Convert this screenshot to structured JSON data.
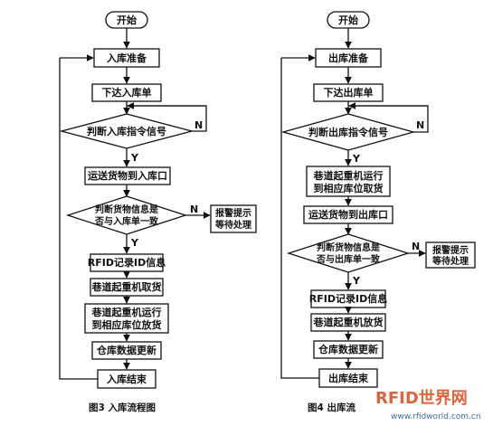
{
  "left": {
    "start": "开始",
    "s1": "入库准备",
    "s2": "下达入库单",
    "d1": "判断入库指令信号",
    "d1_no": "N",
    "d1_yes": "Y",
    "s3": "运送货物到入库口",
    "d2_l1": "判断货物信息是",
    "d2_l2": "否与入库单一致",
    "d2_no": "N",
    "d2_yes": "Y",
    "alarm_l1": "报警提示",
    "alarm_l2": "等待处理",
    "s4": "RFID记录ID信息",
    "s5": "巷道起重机取货",
    "s6_l1": "巷道起重机运行",
    "s6_l2": "到相应库位放货",
    "s7": "仓库数据更新",
    "s8": "入库结束",
    "caption": "图3  入库流程图"
  },
  "right": {
    "start": "开始",
    "s1": "出库准备",
    "s2": "下达出库单",
    "d1": "判断出库指令信号",
    "d1_no": "N",
    "d1_yes": "Y",
    "s3_l1": "巷道起重机运行",
    "s3_l2": "到相应库位取货",
    "s4": "运送货物到出库口",
    "d2_l1": "判断货物信息是",
    "d2_l2": "否与出库单一致",
    "d2_no": "N",
    "d2_yes": "Y",
    "alarm_l1": "报警提示",
    "alarm_l2": "等待处理",
    "s5": "RFID记录ID信息",
    "s6": "巷道起重机放货",
    "s7": "仓库数据更新",
    "s8": "出库结束",
    "caption": "图4  出库流"
  },
  "watermark": {
    "brand": "RFID世界网",
    "url": "www.rfidworld.com.cn"
  }
}
